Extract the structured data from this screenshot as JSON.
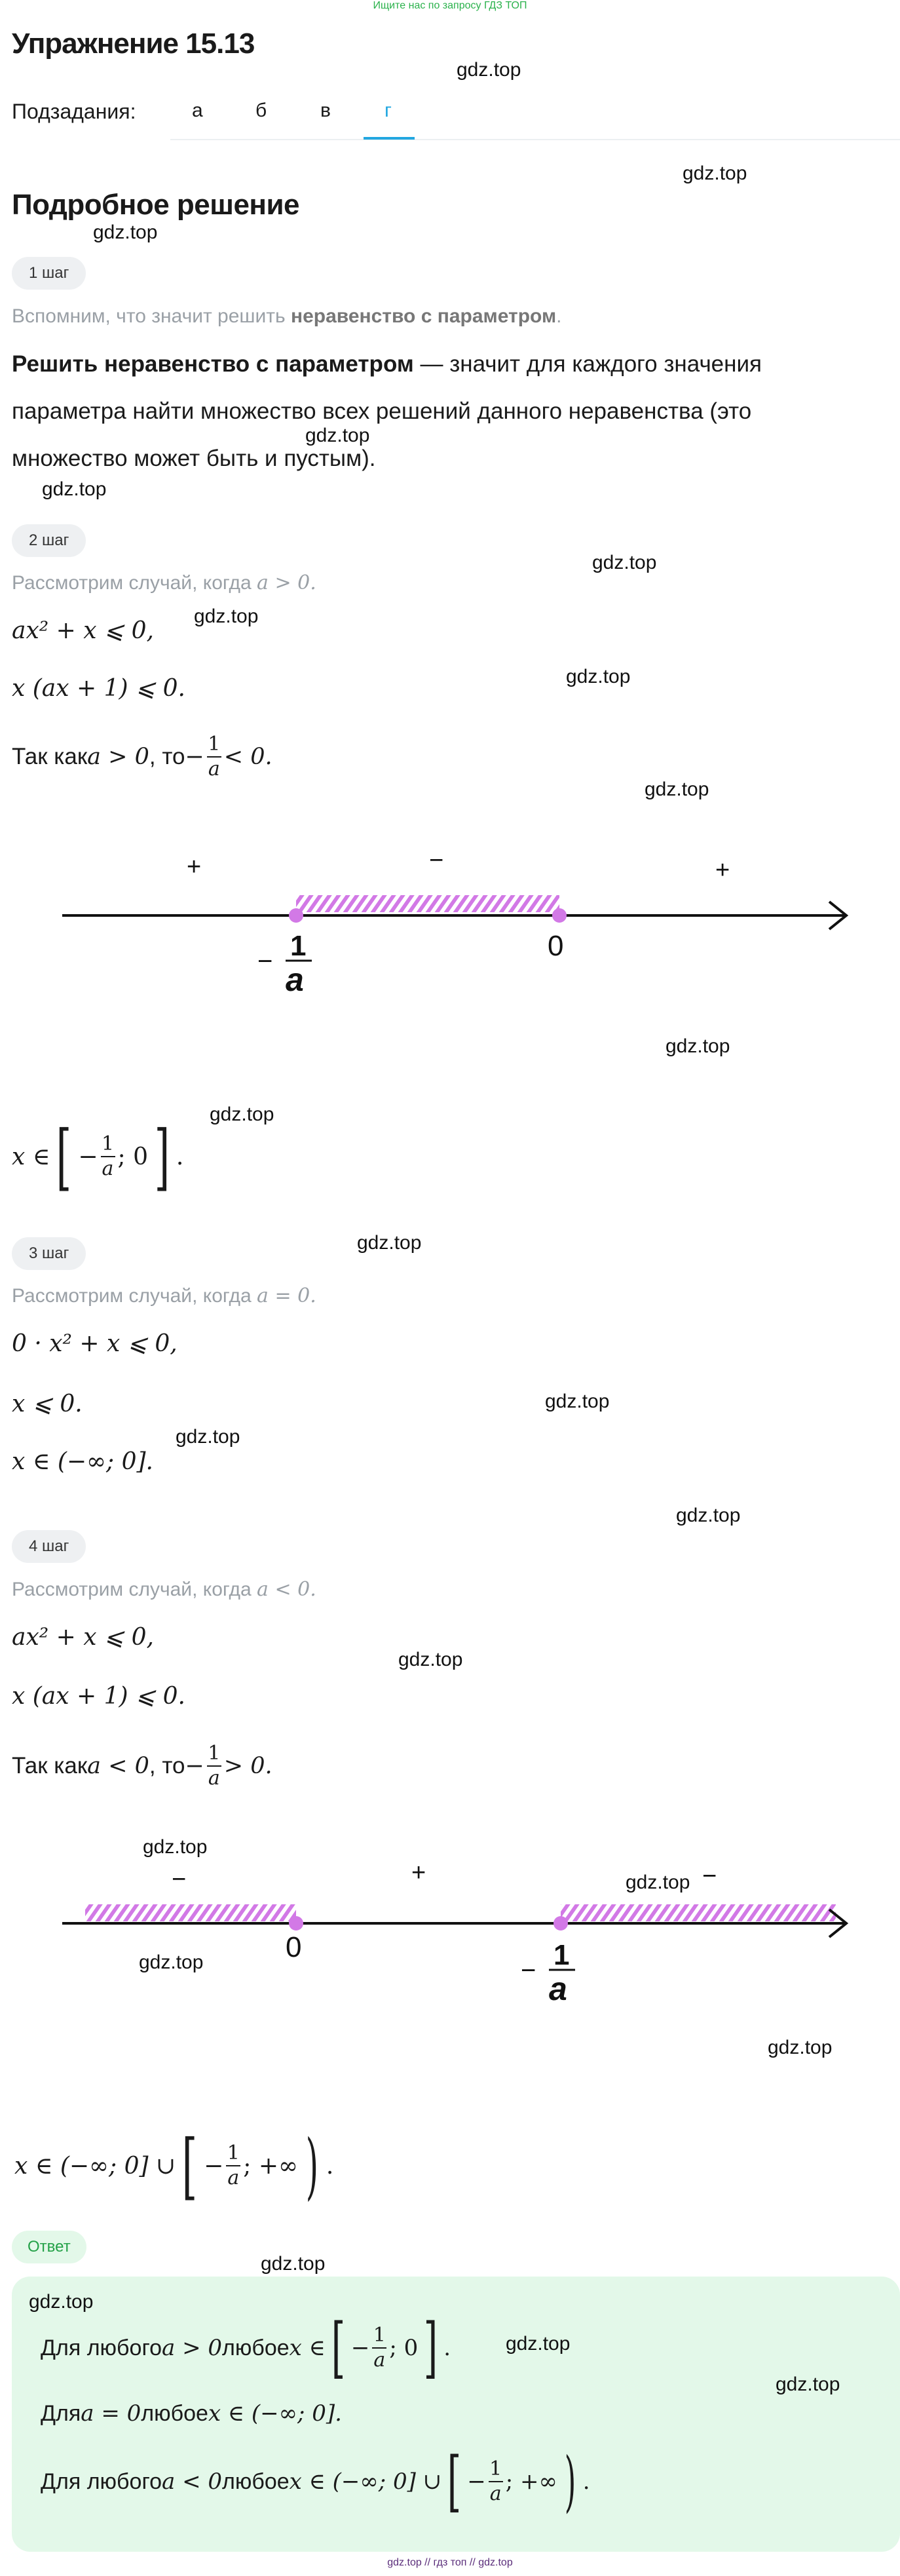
{
  "top_banner": "Ищите нас по запросу ГДЗ ТОП",
  "title": "Упражнение 15.13",
  "subtasks": {
    "label": "Подзадания:",
    "tabs": [
      "а",
      "б",
      "в",
      "г"
    ],
    "active": "г"
  },
  "section_title": "Подробное решение",
  "watermark": "gdz.top",
  "steps": {
    "s1": {
      "badge": "1 шаг",
      "intro_pre": "Вспомним, что значит решить ",
      "intro_bold": "неравенство с параметром",
      "intro_post": ".",
      "def_bold": "Решить неравенство с параметром",
      "def_line1": " — значит для каждого значения",
      "def_line2": "параметра найти множество всех решений данного неравенства (это",
      "def_line3": "множество может быть и пустым)."
    },
    "s2": {
      "badge": "2 шаг",
      "case_text": "Рассмотрим случай, когда ",
      "case_math": "a > 0.",
      "eq1": "ax² + x ⩽ 0,",
      "eq2": "x (ax + 1) ⩽ 0.",
      "since_pre": "Так как ",
      "since_cond": "a > 0",
      "since_mid": ", то ",
      "since_end": " < 0.",
      "frac_num": "1",
      "frac_den": "a",
      "axis_signs": [
        "+",
        "−",
        "+"
      ],
      "axis_labels": [
        "−",
        "1",
        "a",
        "0"
      ],
      "answer_pre": "x ∈ ",
      "answer_tail": "; 0"
    },
    "s3": {
      "badge": "3 шаг",
      "case_text": "Рассмотрим случай, когда ",
      "case_math": "a = 0.",
      "eq1": "0 · x² + x ⩽ 0,",
      "eq2": "x ⩽ 0.",
      "eq3": "x ∈ (−∞; 0]."
    },
    "s4": {
      "badge": "4 шаг",
      "case_text": "Рассмотрим случай, когда ",
      "case_math": "a < 0.",
      "eq1": "ax² + x ⩽ 0,",
      "eq2": "x (ax + 1) ⩽ 0.",
      "since_pre": "Так как ",
      "since_cond": "a < 0",
      "since_mid": ", то ",
      "since_end": " > 0.",
      "frac_num": "1",
      "frac_den": "a",
      "axis_signs": [
        "−",
        "+",
        "−"
      ],
      "axis_labels": [
        "0",
        "−",
        "1",
        "a"
      ],
      "answer_pre": "x ∈ (−∞; 0] ∪ ",
      "answer_tail": "; +∞"
    }
  },
  "answer": {
    "badge": "Ответ",
    "l1_pre": "Для любого ",
    "l1_cond": "a > 0",
    "l1_mid": " любое ",
    "l1_x": "x ∈ ",
    "l1_tail": "; 0",
    "l2_pre": "Для ",
    "l2_cond": "a = 0",
    "l2_mid": " любое ",
    "l2_x": "x ∈ (−∞; 0].",
    "l3_pre": "Для любого ",
    "l3_cond": "a < 0",
    "l3_mid": " любое ",
    "l3_x": "x ∈ (−∞; 0] ∪ ",
    "l3_tail": "; +∞"
  },
  "footer": "gdz.top // гдз топ // gdz.top",
  "colors": {
    "accent": "#22a7e0",
    "hatch": "#d279e6",
    "answer_bg": "#e3f8e9",
    "answer_badge": "#24a148"
  }
}
